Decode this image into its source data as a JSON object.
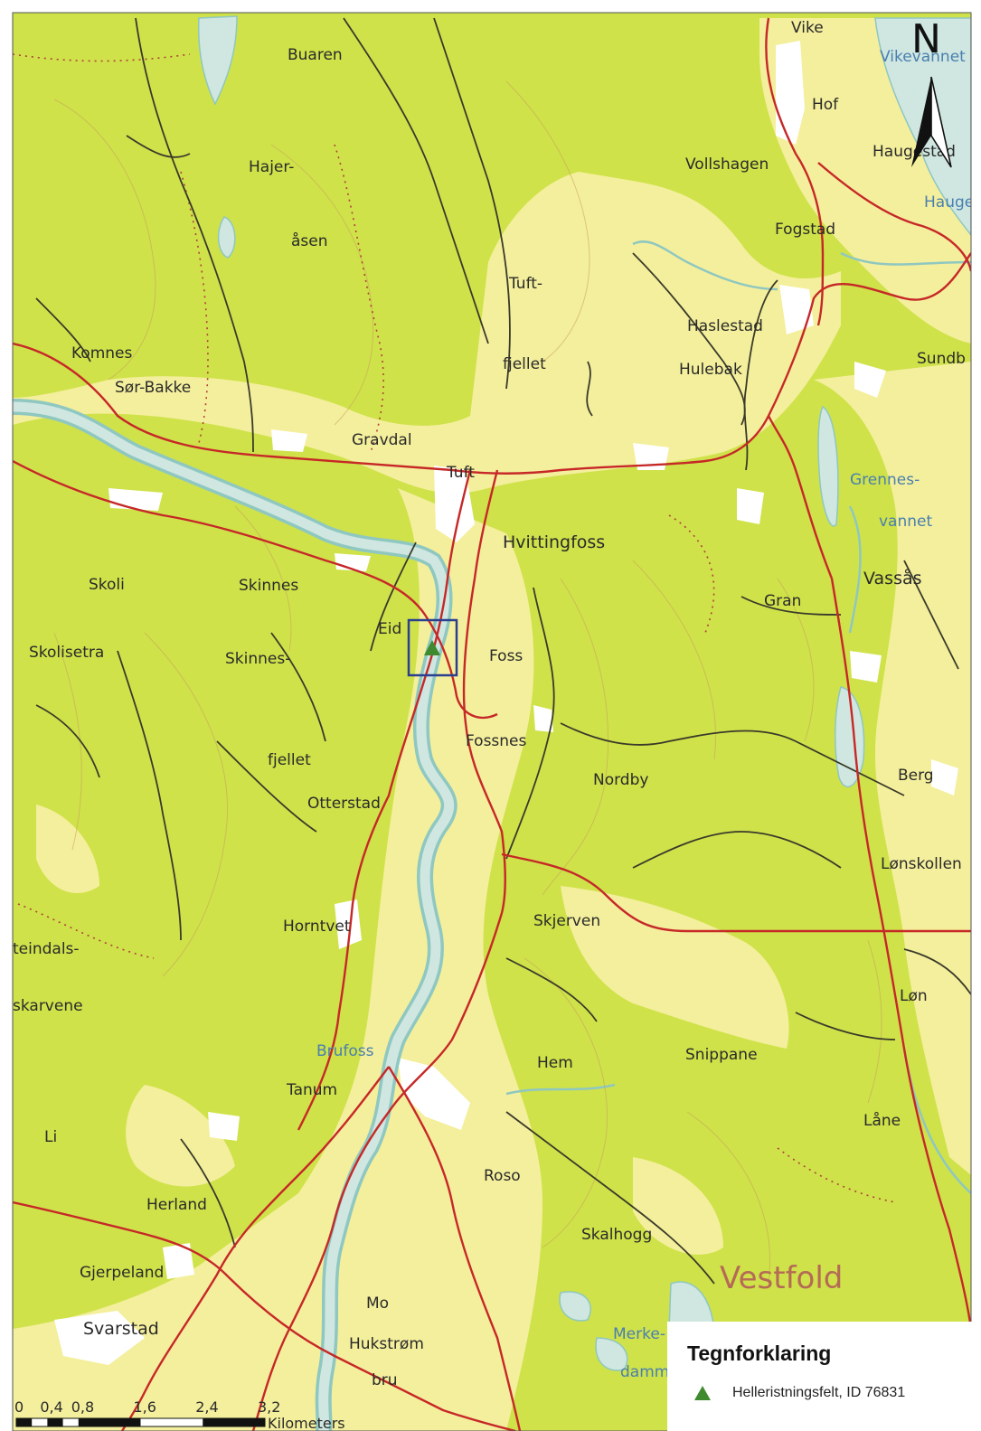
{
  "map": {
    "colors": {
      "forest": "#cfe24a",
      "open_land": "#f6f2a8",
      "water": "#cfe7e0",
      "river_edge": "#8fc7c1",
      "major_road": "#c62828",
      "minor_road": "#3a3a2a",
      "contour": "#c9a15a",
      "trail": "#b0413a",
      "built_up": "#ffffff",
      "site_box": "#2a3f8f",
      "site_marker": "#3f8a2f"
    },
    "places": [
      {
        "id": "vike",
        "name": "Vike"
      },
      {
        "id": "vikevannet",
        "name": "Vikevannet"
      },
      {
        "id": "buaren",
        "name": "Buaren"
      },
      {
        "id": "hof",
        "name": "Hof"
      },
      {
        "id": "haugestad",
        "name": "Haugestad"
      },
      {
        "id": "hauge",
        "name": "Hauge"
      },
      {
        "id": "vollshagen",
        "name": "Vollshagen"
      },
      {
        "id": "hajer",
        "name": "Hajer-"
      },
      {
        "id": "asen",
        "name": "åsen"
      },
      {
        "id": "fogstad",
        "name": "Fogstad"
      },
      {
        "id": "tuft-top",
        "name": "Tuft-"
      },
      {
        "id": "fjellet-top",
        "name": "fjellet"
      },
      {
        "id": "haslestad",
        "name": "Haslestad"
      },
      {
        "id": "hulebak",
        "name": "Hulebak"
      },
      {
        "id": "sundb",
        "name": "Sundb"
      },
      {
        "id": "komnes",
        "name": "Komnes"
      },
      {
        "id": "sor-bakke",
        "name": "Sør-Bakke"
      },
      {
        "id": "gravdal",
        "name": "Gravdal"
      },
      {
        "id": "tuft",
        "name": "Tuft"
      },
      {
        "id": "grennes",
        "name": "Grennes-"
      },
      {
        "id": "vannet",
        "name": "vannet"
      },
      {
        "id": "hvittingfoss",
        "name": "Hvittingfoss"
      },
      {
        "id": "skoli",
        "name": "Skoli"
      },
      {
        "id": "skinnes",
        "name": "Skinnes"
      },
      {
        "id": "vassas",
        "name": "Vassås"
      },
      {
        "id": "gran",
        "name": "Gran"
      },
      {
        "id": "eid",
        "name": "Eid"
      },
      {
        "id": "skolisetra",
        "name": "Skolisetra"
      },
      {
        "id": "skinnes-dash",
        "name": "Skinnes-"
      },
      {
        "id": "foss",
        "name": "Foss"
      },
      {
        "id": "fossnes",
        "name": "Fossnes"
      },
      {
        "id": "fjellet-mid",
        "name": "fjellet"
      },
      {
        "id": "nordby",
        "name": "Nordby"
      },
      {
        "id": "berg",
        "name": "Berg"
      },
      {
        "id": "otterstad",
        "name": "Otterstad"
      },
      {
        "id": "lonskollen",
        "name": "Lønskollen"
      },
      {
        "id": "horntvet",
        "name": "Horntvet"
      },
      {
        "id": "skjerven",
        "name": "Skjerven"
      },
      {
        "id": "teindals",
        "name": "teindals-"
      },
      {
        "id": "skarvene",
        "name": "skarvene"
      },
      {
        "id": "lon",
        "name": "Løn"
      },
      {
        "id": "brufoss",
        "name": "Brufoss"
      },
      {
        "id": "hem",
        "name": "Hem"
      },
      {
        "id": "snippane",
        "name": "Snippane"
      },
      {
        "id": "tanum",
        "name": "Tanum"
      },
      {
        "id": "lane",
        "name": "Låne"
      },
      {
        "id": "li",
        "name": "Li"
      },
      {
        "id": "roso",
        "name": "Roso"
      },
      {
        "id": "herland",
        "name": "Herland"
      },
      {
        "id": "skalhogg",
        "name": "Skalhogg"
      },
      {
        "id": "gjerpeland",
        "name": "Gjerpeland"
      },
      {
        "id": "mo",
        "name": "Mo"
      },
      {
        "id": "svarstad",
        "name": "Svarstad"
      },
      {
        "id": "merke",
        "name": "Merke-"
      },
      {
        "id": "hukstrom",
        "name": "Hukstrøm"
      },
      {
        "id": "damm",
        "name": "damm"
      },
      {
        "id": "bru",
        "name": "bru"
      }
    ],
    "region_label": "Vestfold",
    "north_label": "N",
    "scale": {
      "ticks": [
        "0",
        "0,4",
        "0,8",
        "1,6",
        "2,4",
        "3,2"
      ],
      "tick_values": [
        0,
        0.4,
        0.8,
        1.6,
        2.4,
        3.2
      ],
      "unit": "Kilometers"
    },
    "site_marker": {
      "name": "Helleristningsfelt, ID 76831",
      "icon": "triangle-icon"
    }
  },
  "legend": {
    "title": "Tegnforklaring",
    "items": [
      {
        "label": "Helleristningsfelt, ID 76831",
        "color": "#3f8a2f",
        "icon": "triangle-icon"
      }
    ]
  }
}
